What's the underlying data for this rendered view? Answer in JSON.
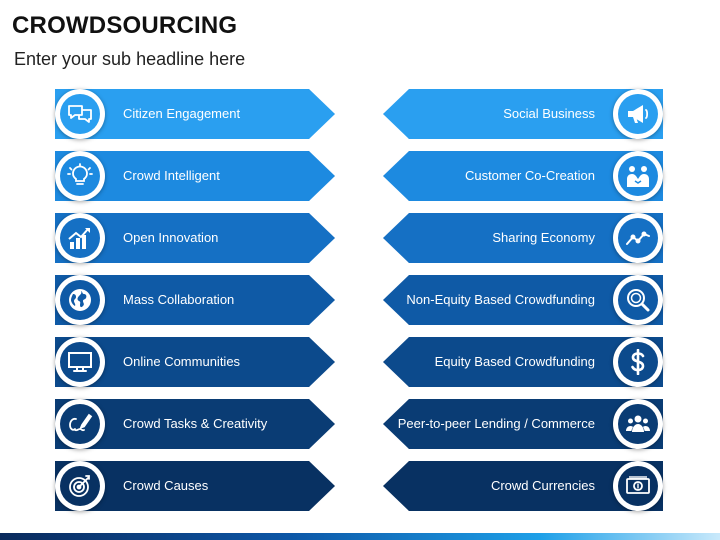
{
  "title": "CROWDSOURCING",
  "subtitle": "Enter your sub headline here",
  "left_items": [
    {
      "label": "Citizen Engagement",
      "icon": "speech-bubbles-icon",
      "color": "#2a9ff0"
    },
    {
      "label": "Crowd Intelligent",
      "icon": "lightbulb-icon",
      "color": "#1d8ae0"
    },
    {
      "label": "Open Innovation",
      "icon": "growth-chart-icon",
      "color": "#1570c4"
    },
    {
      "label": "Mass Collaboration",
      "icon": "globe-icon",
      "color": "#0f5aa6"
    },
    {
      "label": "Online Communities",
      "icon": "monitor-icon",
      "color": "#0c4a8c"
    },
    {
      "label": "Crowd Tasks & Creativity",
      "icon": "pen-writing-icon",
      "color": "#0a3c74"
    },
    {
      "label": "Crowd Causes",
      "icon": "target-dart-icon",
      "color": "#083162"
    }
  ],
  "right_items": [
    {
      "label": "Social Business",
      "icon": "megaphone-icon",
      "color": "#2a9ff0"
    },
    {
      "label": "Customer Co-Creation",
      "icon": "handshake-people-icon",
      "color": "#1d8ae0"
    },
    {
      "label": "Sharing Economy",
      "icon": "trend-line-icon",
      "color": "#1570c4"
    },
    {
      "label": "Non-Equity Based Crowdfunding",
      "icon": "magnifier-coin-icon",
      "color": "#0f5aa6"
    },
    {
      "label": "Equity Based Crowdfunding",
      "icon": "dollar-sign-icon",
      "color": "#0c4a8c"
    },
    {
      "label": "Peer-to-peer Lending / Commerce",
      "icon": "group-people-icon",
      "color": "#0a3c74"
    },
    {
      "label": "Crowd Currencies",
      "icon": "banknote-icon",
      "color": "#083162"
    }
  ]
}
